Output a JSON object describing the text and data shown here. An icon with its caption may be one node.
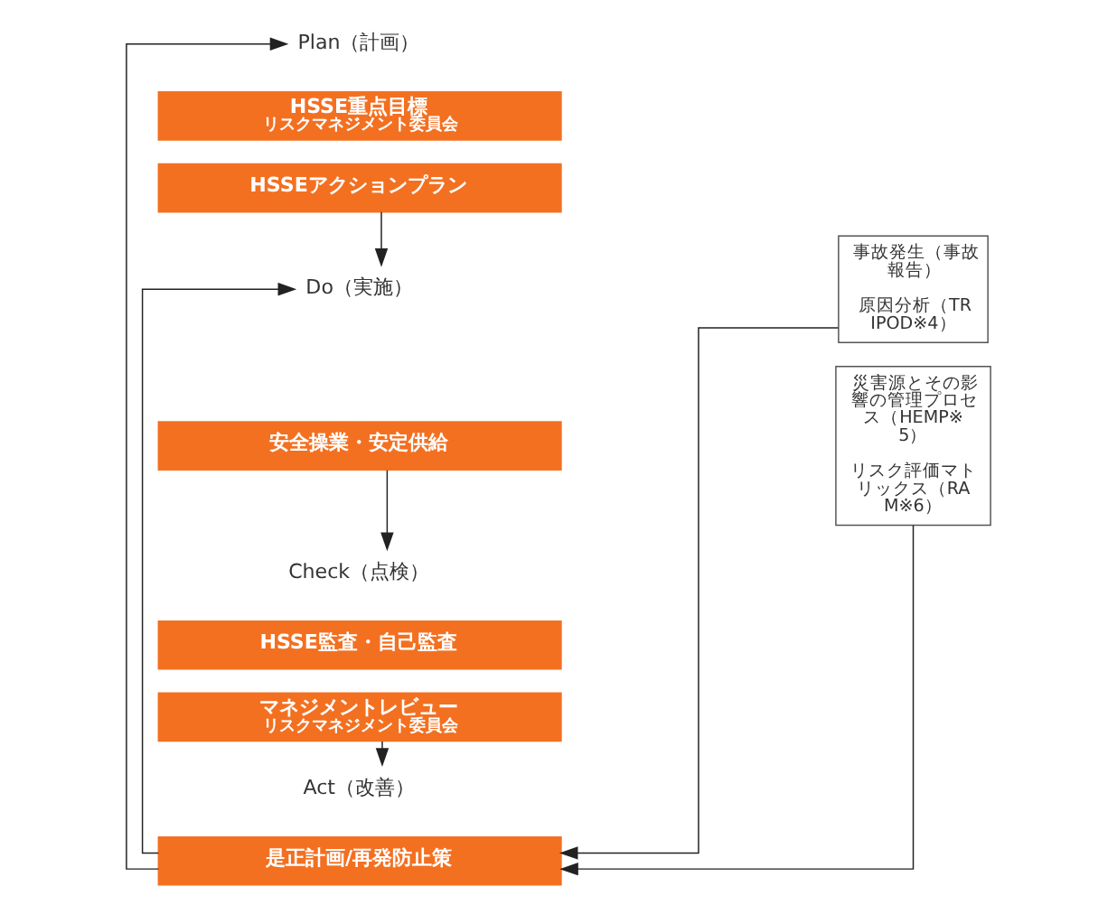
{
  "diagram": {
    "nodes": [
      {
        "text": [
          "Plan（計画）"
        ]
      },
      {
        "text": [
          "HSSE重点目標",
          "リスクマネジメント委員会"
        ]
      },
      {
        "text": [
          "HSSEアクションプラン"
        ]
      },
      {
        "text": [
          "Do（実施）"
        ]
      },
      {
        "text": [
          "安全操業・安定供給"
        ]
      },
      {
        "text": [
          "Check（点検）"
        ]
      },
      {
        "text": [
          "HSSE監査・自己監査"
        ]
      },
      {
        "text": [
          "マネジメントレビュー",
          "リスクマネジメント委員会"
        ]
      },
      {
        "text": [
          "Act（改善）"
        ]
      },
      {
        "text": [
          "是正計画/再発防止策"
        ]
      },
      {
        "text": [
          "事故発生（事故報告）",
          "原因分析（TRIPOD※4）"
        ]
      },
      {
        "text": [
          "災害源とその影響の管理プロセス（HEMP※5）",
          "リスク評価マトリックス（RAM※6）"
        ]
      }
    ],
    "edges": [
      {
        "from": 2,
        "to": 3,
        "arrow": "to"
      },
      {
        "from": 4,
        "to": 5,
        "arrow": "to"
      },
      {
        "from": 7,
        "to": 8,
        "arrow": "to"
      },
      {
        "from": 9,
        "to": 0,
        "arrow": "to"
      },
      {
        "from": 9,
        "to": 3,
        "arrow": "to"
      },
      {
        "from": 10,
        "to": 9,
        "arrow": "to"
      },
      {
        "from": 11,
        "to": 9,
        "arrow": "to"
      }
    ]
  }
}
